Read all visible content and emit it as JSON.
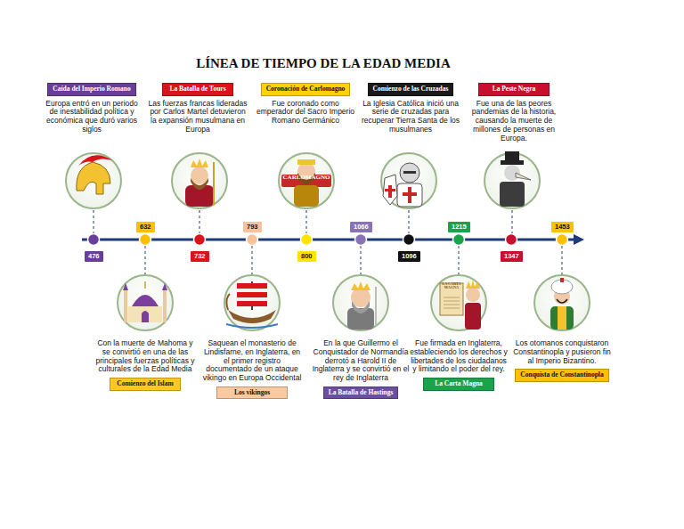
{
  "diagram": {
    "title": "LÍNEA DE TIEMPO DE LA EDAD MEDIA",
    "nodes": [
      {
        "text": [
          "Caída del Imperio Romano",
          "Europa entró en un periodo de inestabilidad política y económica que duró varios siglos"
        ]
      },
      {
        "text": [
          "La Batalla de Tours",
          "Las fuerzas francas lideradas por Carlos Martel detuvieron la expansión musulmana en Europa"
        ]
      },
      {
        "text": [
          "Coronación de Carlomagno",
          "Fue coronado como emperador del Sacro Imperio Romano Germánico"
        ]
      },
      {
        "text": [
          "Comienzo de las Cruzadas",
          "La Iglesia Católica inició una serie de cruzadas para recuperar Tierra Santa de los musulmanes"
        ]
      },
      {
        "text": [
          "La Peste Negra",
          "Fue una de las peores pandemias de la historia, causando la muerte de millones de personas en Europa."
        ]
      },
      {
        "text": [
          "476"
        ]
      },
      {
        "text": [
          "632"
        ]
      },
      {
        "text": [
          "732"
        ]
      },
      {
        "text": [
          "793"
        ]
      },
      {
        "text": [
          "800"
        ]
      },
      {
        "text": [
          "1066"
        ]
      },
      {
        "text": [
          "1096"
        ]
      },
      {
        "text": [
          "1215"
        ]
      },
      {
        "text": [
          "1347"
        ]
      },
      {
        "text": [
          "1453"
        ]
      },
      {
        "text": [
          "Comienzo del Islam",
          "Con la muerte de Mahoma y se convirtió en una de las principales fuerzas políticas y culturales de la Edad Media"
        ]
      },
      {
        "text": [
          "Los vikingos",
          "Saquean el monasterio de Lindisfarne, en Inglaterra, en el primer registro documentado de un ataque vikingo en Europa Occidental"
        ]
      },
      {
        "text": [
          "La Batalla de Hastings",
          "En la que Guillermo el Conquistador de Normandía derrotó a Harold II de Inglaterra y se convirtió en el rey de Inglaterra"
        ]
      },
      {
        "text": [
          "La Carta Magna",
          "Fue firmada en Inglaterra, estableciendo los derechos y libertades de los ciudadanos y limitando el poder del rey."
        ]
      },
      {
        "text": [
          "Conquista de Constantinopla",
          "Los otomanos conquistaron Constantinopla y pusieron fin al Imperio Bizantino."
        ]
      }
    ],
    "labels": [
      "CARLOMAGNO",
      "LA CARTA MAGNA"
    ]
  }
}
